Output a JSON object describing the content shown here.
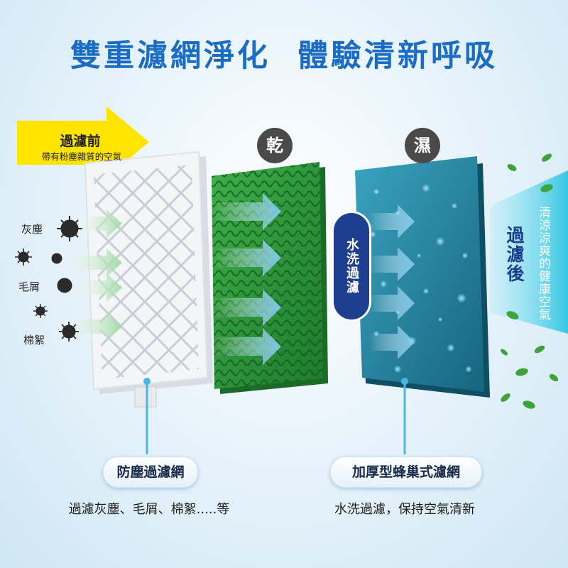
{
  "headline": "雙重濾網淨化  體驗清新呼吸",
  "before": {
    "title": "過濾前",
    "subtitle": "帶有粉塵雜質的空氣"
  },
  "particles": [
    "灰塵",
    "毛屑",
    "棉絮"
  ],
  "stages": {
    "dry": "乾",
    "wet": "濕",
    "wash_label": "水洗過濾"
  },
  "after": {
    "title": "過濾後",
    "subtitle": "清涼涼爽的健康空氣"
  },
  "features": [
    {
      "name": "防塵過濾網",
      "description": "過濾灰塵、毛屑、棉絮.....等"
    },
    {
      "name": "加厚型蜂巢式濾網",
      "description": "水洗過濾，保持空氣清新"
    }
  ],
  "colors": {
    "headline": "#1a6cc4",
    "arrow_yellow": "#ffe400",
    "green_filter": "#2f9a3c",
    "blue_filter": "#1f7fa0",
    "pill_navy": "#1e3f8f"
  }
}
